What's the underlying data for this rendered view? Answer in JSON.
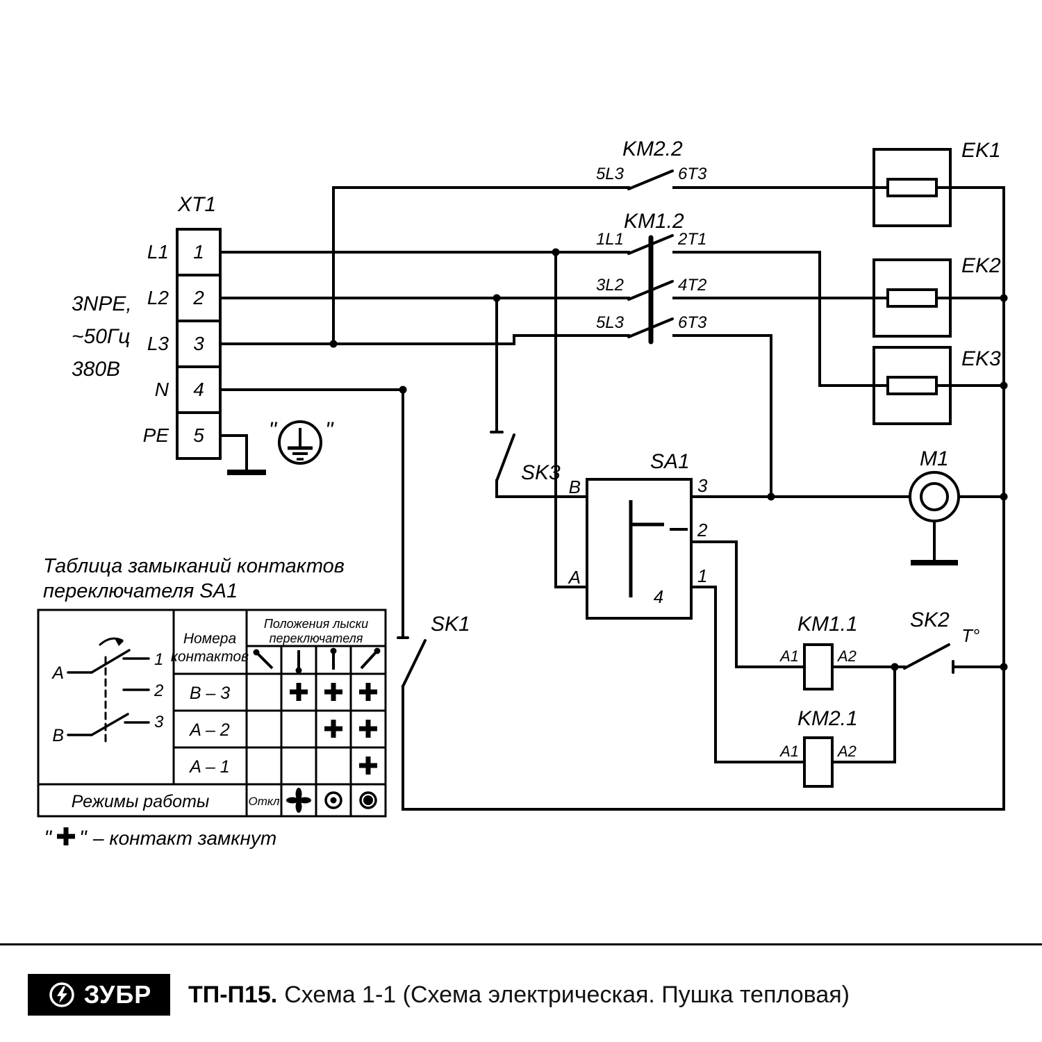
{
  "schematic": {
    "xt1": {
      "label": "XT1",
      "terminals": [
        {
          "phase": "L1",
          "num": "1"
        },
        {
          "phase": "L2",
          "num": "2"
        },
        {
          "phase": "L3",
          "num": "3"
        },
        {
          "phase": "N",
          "num": "4"
        },
        {
          "phase": "PE",
          "num": "5"
        }
      ],
      "supply_lines": [
        "3NPE,",
        "~50Гц",
        "380В"
      ]
    },
    "ground_mark": {
      "left_quote": "\"",
      "right_quote": "\""
    },
    "km22": {
      "label": "KM2.2",
      "in": "5L3",
      "out": "6T3"
    },
    "km12": {
      "label": "KM1.2",
      "poles": [
        {
          "in": "1L1",
          "out": "2T1"
        },
        {
          "in": "3L2",
          "out": "4T2"
        },
        {
          "in": "5L3",
          "out": "6T3"
        }
      ]
    },
    "heaters": [
      {
        "label": "EK1"
      },
      {
        "label": "EK2"
      },
      {
        "label": "EK3"
      }
    ],
    "motor": {
      "label": "M1"
    },
    "sa1": {
      "label": "SA1",
      "b": "B",
      "a": "A",
      "t3": "3",
      "t2": "2",
      "t1": "1",
      "t4": "4"
    },
    "sk1": {
      "label": "SK1"
    },
    "sk2": {
      "label": "SK2",
      "temp": "T°"
    },
    "sk3": {
      "label": "SK3"
    },
    "km11": {
      "label": "KM1.1",
      "a1": "A1",
      "a2": "A2"
    },
    "km21": {
      "label": "KM2.1",
      "a1": "A1",
      "a2": "A2"
    }
  },
  "table": {
    "title1": "Таблица замыканий контактов",
    "title2": "переключателя SA1",
    "col_contacts1": "Номера",
    "col_contacts2": "контактов",
    "col_positions1": "Положения лыски",
    "col_positions2": "переключателя",
    "rows": [
      {
        "label": "B – 3"
      },
      {
        "label": "A – 2"
      },
      {
        "label": "A – 1"
      }
    ],
    "closures": [
      [
        0,
        1,
        1,
        1
      ],
      [
        0,
        0,
        1,
        1
      ],
      [
        0,
        0,
        0,
        1
      ]
    ],
    "modes_label": "Режимы работы",
    "off_label": "Откл",
    "diagram": {
      "a": "A",
      "b": "B",
      "t1": "1",
      "t2": "2",
      "t3": "3"
    }
  },
  "legend": {
    "quote_open": "\"",
    "quote_close": "\"",
    "text": "– контакт замкнут"
  },
  "footer": {
    "brand": "ЗУБР",
    "model": "ТП-П15.",
    "title": "Схема 1-1 (Схема электрическая. Пушка тепловая)"
  }
}
